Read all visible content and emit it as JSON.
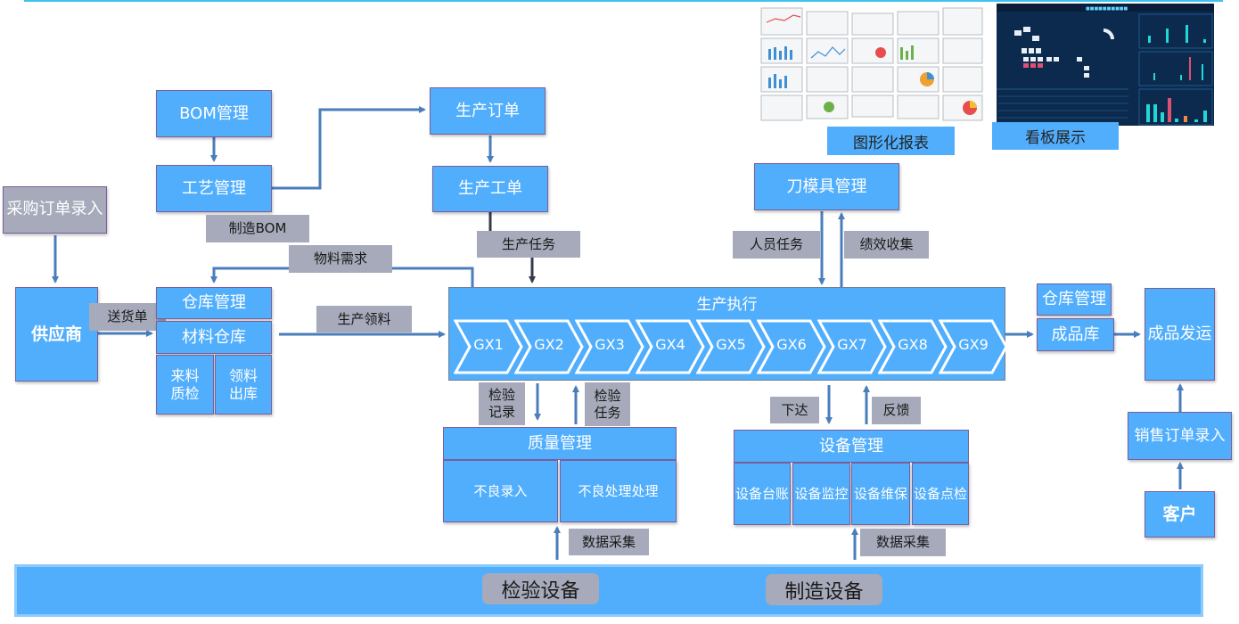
{
  "title_bar_color": "#3ec2ee",
  "colors": {
    "box_fill": "#51aefc",
    "label_fill": "#a6aaba",
    "arrow": "#4a7ebb",
    "arrow_dark": "#353a4c",
    "dashboard_bg": "#0b2a4e"
  },
  "top_images": {
    "reports": {
      "caption": "图形化报表"
    },
    "dashboard": {
      "caption": "看板展示"
    }
  },
  "design": {
    "bom": "BOM管理",
    "process": "工艺管理",
    "mfg_bom_label": "制造BOM"
  },
  "orders": {
    "production_order": "生产订单",
    "work_order": "生产工单",
    "production_task_label": "生产任务"
  },
  "purchase": {
    "po_entry": "采购订单录入",
    "supplier": "供应商",
    "delivery_label": "送货单"
  },
  "warehouse": {
    "title": "仓库管理",
    "material_store": "材料仓库",
    "incoming_qc": "来料\n质检",
    "issue_out": "领料\n出库",
    "material_demand_label": "物料需求",
    "material_issue_label": "生产领料"
  },
  "execution": {
    "title": "生产执行",
    "steps": [
      "GX1",
      "GX2",
      "GX3",
      "GX4",
      "GX5",
      "GX6",
      "GX7",
      "GX8",
      "GX9"
    ]
  },
  "tooling": {
    "title": "刀模具管理",
    "personnel_task_label": "人员任务",
    "performance_label": "绩效收集"
  },
  "quality": {
    "inspection_record_label": "检验\n记录",
    "inspection_task_label": "检验\n任务",
    "title": "质量管理",
    "defect_entry": "不良录入",
    "defect_handling": "不良处理处理",
    "data_collect_label": "数据采集"
  },
  "equipment": {
    "dispatch_label": "下达",
    "feedback_label": "反馈",
    "title": "设备管理",
    "items": [
      "设备台账",
      "设备监控",
      "设备维保",
      "设备点检"
    ],
    "data_collect_label": "数据采集"
  },
  "finished": {
    "warehouse_title": "仓库管理",
    "finished_store": "成品库",
    "shipping": "成品发运",
    "so_entry": "销售订单录入",
    "customer": "客户"
  },
  "devices": {
    "inspection": "检验设备",
    "manufacturing": "制造设备"
  }
}
